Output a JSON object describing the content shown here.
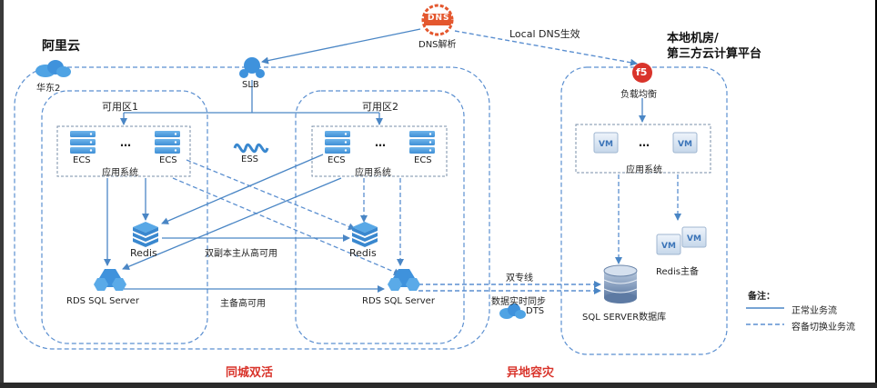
{
  "labels": {
    "aliyun": "阿里云",
    "region": "华东2",
    "slb": "SLB",
    "dns": "DNS",
    "dns_resolve": "DNS解析",
    "local_dns": "Local DNS生效",
    "local_dc_line1": "本地机房/",
    "local_dc_line2": "第三方云计算平台",
    "zone1": "可用区1",
    "zone2": "可用区2",
    "ess": "ESS",
    "ecs": "ECS",
    "dots": "…",
    "app_system": "应用系统",
    "redis": "Redis",
    "dual_replica": "双副本主从高可用",
    "rds": "RDS SQL Server",
    "master_standby": "主备高可用",
    "same_city": "同城双活",
    "remote_dr": "异地容灾",
    "dual_line": "双专线",
    "realtime_sync": "数据实时同步",
    "dts": "DTS",
    "f5": "f5",
    "load_balance": "负载均衡",
    "vm": "VM",
    "redis_master": "Redis主备",
    "sql_server_db": "SQL SERVER数据库",
    "legend_title": "备注：",
    "legend_normal": "正常业务流",
    "legend_backup": "容备切换业务流"
  },
  "colors": {
    "blue": "#4a86c5",
    "dashed": "#5b8fd0",
    "red": "#d9342b"
  }
}
